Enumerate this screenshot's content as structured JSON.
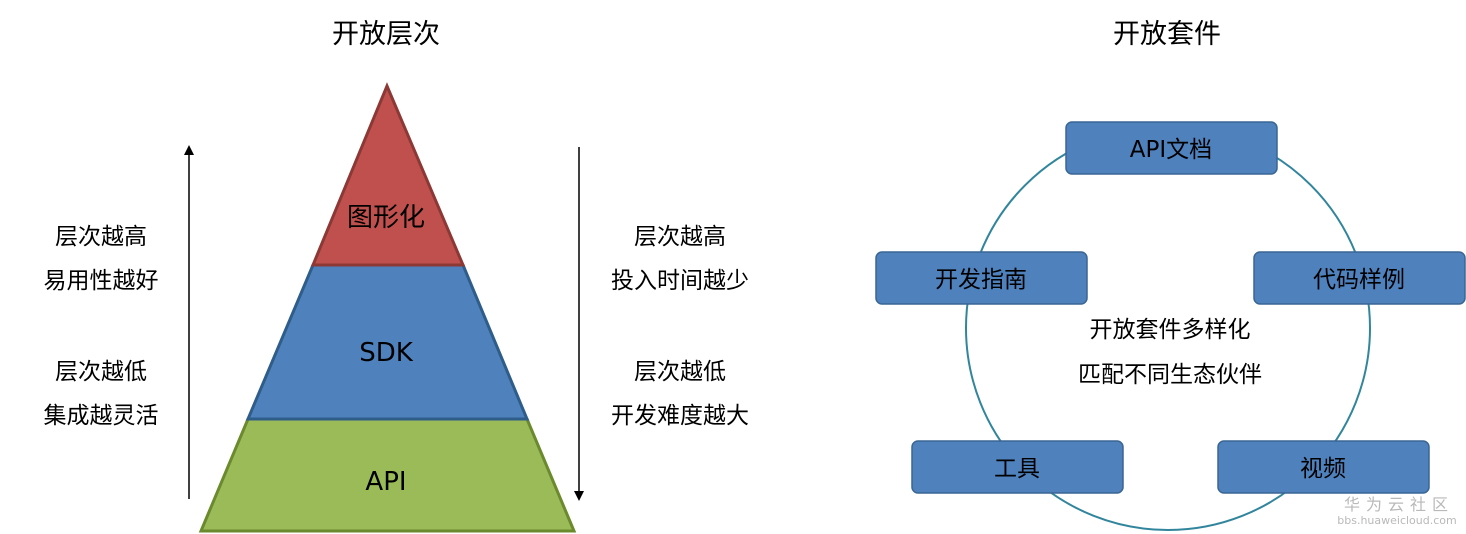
{
  "left_panel": {
    "title": "开放层次",
    "layers": {
      "top": "图形化",
      "middle": "SDK",
      "bottom": "API"
    },
    "left_notes": [
      "层次越高",
      "易用性越好",
      "层次越低",
      "集成越灵活"
    ],
    "right_notes": [
      "层次越高",
      "投入时间越少",
      "层次越低",
      "开发难度越大"
    ]
  },
  "right_panel": {
    "title": "开放套件",
    "items": {
      "top": "API文档",
      "left": "开发指南",
      "right": "代码样例",
      "bottom_left": "工具",
      "bottom_right": "视频"
    },
    "center_lines": [
      "开放套件多样化",
      "匹配不同生态伙伴"
    ]
  },
  "watermark": {
    "name": "华为云社区",
    "url": "bbs.huaweicloud.com"
  },
  "colors": {
    "layer_top": "#c0504d",
    "layer_middle": "#4f81bd",
    "layer_bottom": "#9bbb59",
    "kit_box": "#4f81bd",
    "circle": "#31859c"
  }
}
